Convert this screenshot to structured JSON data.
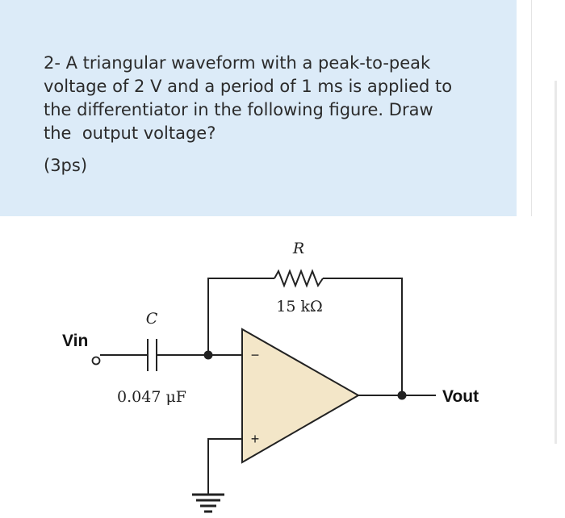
{
  "question": {
    "text": "2- A triangular waveform with a peak-to-peak\nvoltage of 2 V and a period of 1 ms is applied to\nthe differentiator in the following figure. Draw\nthe  output voltage?",
    "points": "(3ps)"
  },
  "circuit": {
    "resistor_name": "R",
    "resistor_value": "15 kΩ",
    "capacitor_name": "C",
    "capacitor_value": "0.047 μF",
    "input_label": "Vin",
    "output_label": "Vout",
    "inverting_sign": "−",
    "noninverting_sign": "+",
    "opamp_fill": "#f3e6c8",
    "panel_color": "#dcebf8"
  }
}
